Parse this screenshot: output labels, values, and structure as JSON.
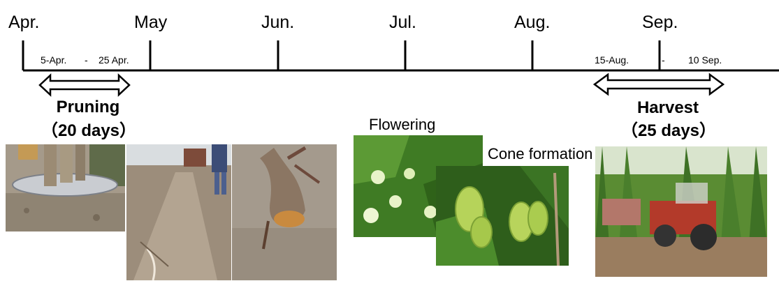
{
  "timeline": {
    "months": [
      "Apr.",
      "May",
      "Jun.",
      "Jul.",
      "Aug.",
      "Sep."
    ],
    "pruning_range": {
      "start": "5-Apr.",
      "sep": "-",
      "end": "25 Apr."
    },
    "harvest_range": {
      "start": "15-Aug.",
      "sep": "-",
      "end": "10 Sep."
    }
  },
  "phases": {
    "pruning": {
      "title": "Pruning",
      "duration": "（20 days）"
    },
    "harvest": {
      "title": "Harvest",
      "duration": "（25 days）"
    }
  },
  "captions": {
    "flowering": "Flowering",
    "cone_formation": "Cone formation"
  },
  "colors": {
    "line": "#000000",
    "arrow_fill": "#ffffff"
  }
}
